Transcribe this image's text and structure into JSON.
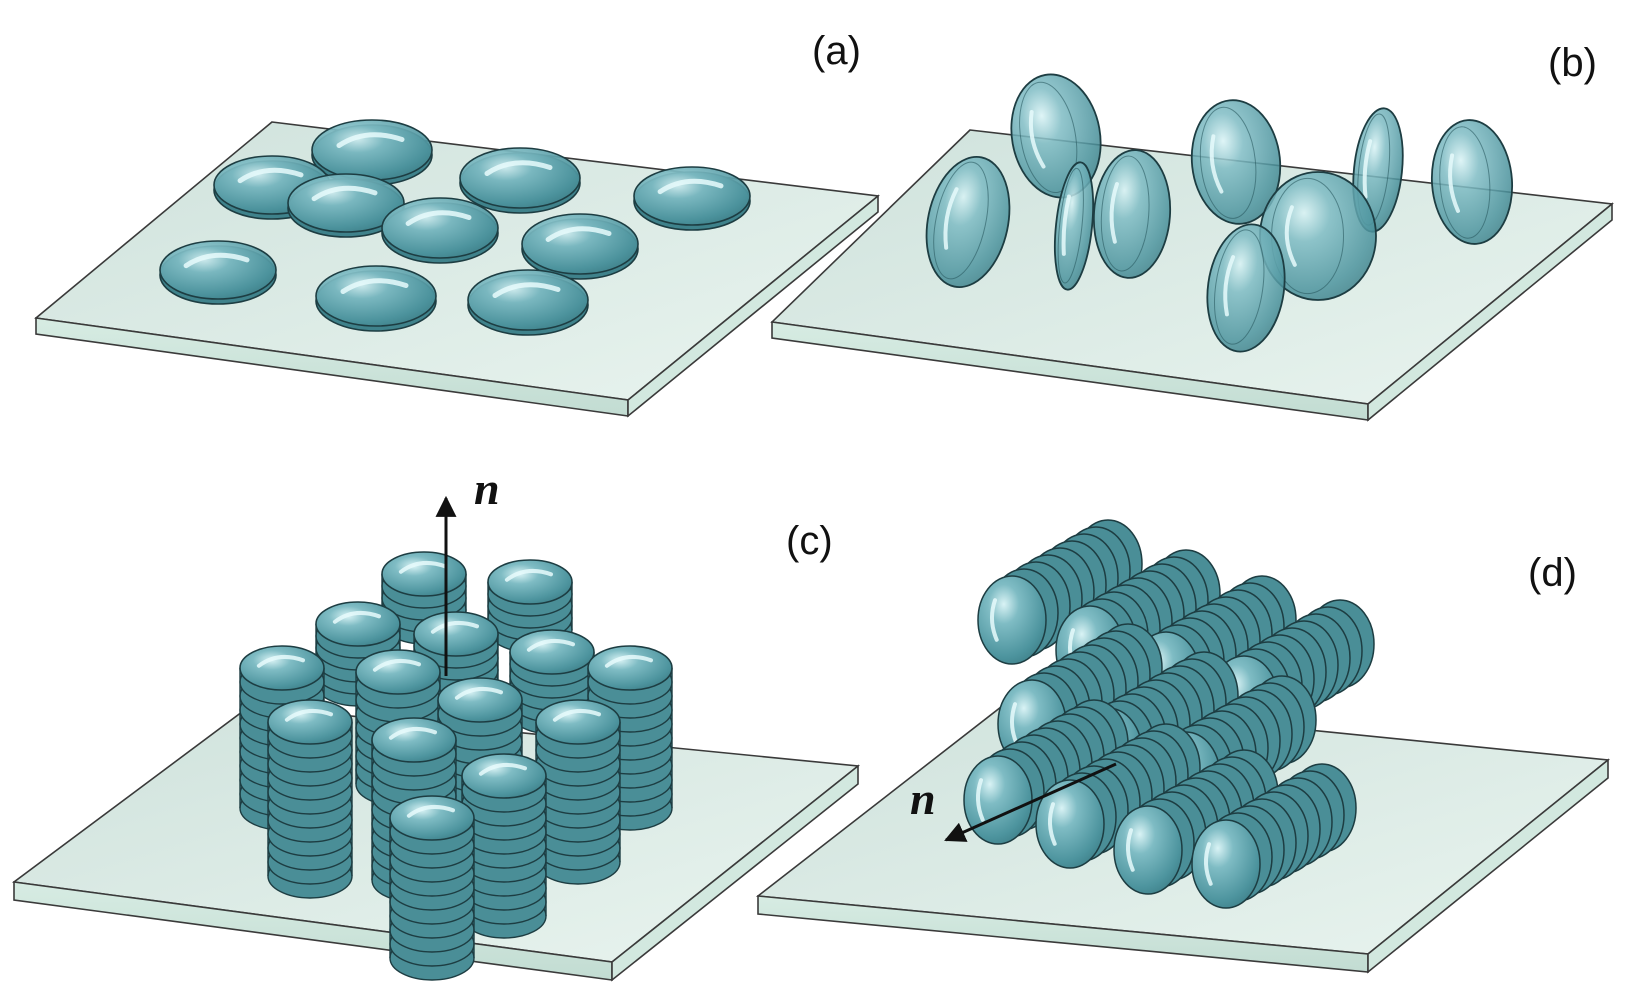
{
  "panels": [
    {
      "id": "a",
      "label": "(a)"
    },
    {
      "id": "b",
      "label": "(b)"
    },
    {
      "id": "c",
      "label": "(c)"
    },
    {
      "id": "d",
      "label": "(d)"
    }
  ],
  "director_labels": {
    "c": "n",
    "d": "n"
  },
  "colors": {
    "disc_fill": "#5fa5ae",
    "disc_highlight": "#d8f2f4",
    "disc_edge": "#1d3d42",
    "slab_fill": "#dcebe5",
    "slab_edge": "#3a3a3a"
  }
}
